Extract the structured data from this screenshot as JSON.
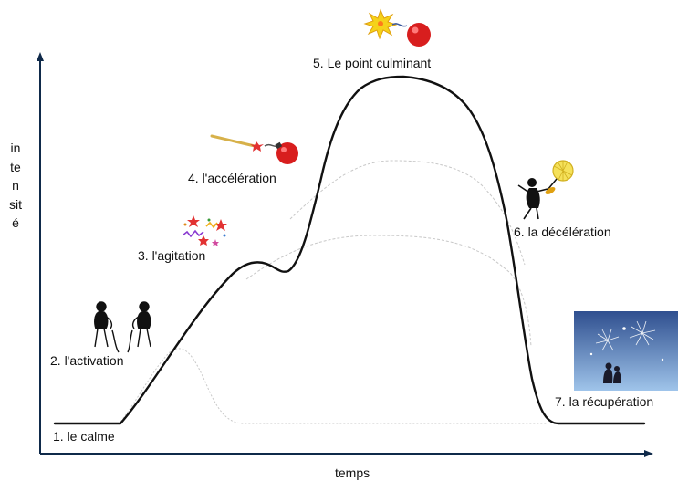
{
  "axes": {
    "x_label": "temps",
    "y_label": "intensité"
  },
  "stages": [
    {
      "label": "1. le calme",
      "icon": "none"
    },
    {
      "label": "2. l'activation",
      "icon": "two-figures-icon"
    },
    {
      "label": "3. l'agitation",
      "icon": "stars-sparks-icon"
    },
    {
      "label": "4. l'accélération",
      "icon": "lit-fuse-bomb-icon"
    },
    {
      "label": "5. Le point culminant",
      "icon": "exploding-bomb-icon"
    },
    {
      "label": "6. la décélération",
      "icon": "figure-with-umbrella-icon"
    },
    {
      "label": "7. la récupération",
      "icon": "fireworks-night-icon"
    }
  ],
  "colors": {
    "curve": "#111111",
    "guide_curves": "#c8c8c8",
    "axis": "#0f2a4a",
    "bomb": "#d81e1e",
    "spark": "#f5d21a",
    "night_sky_top": "#2f4f8f",
    "night_sky_bottom": "#9fc4ea"
  }
}
